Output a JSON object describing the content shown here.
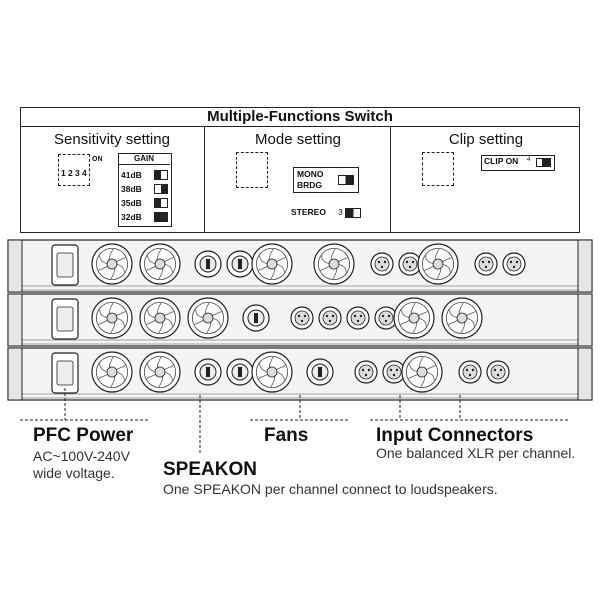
{
  "switch_panel": {
    "title": "Multiple-Functions Switch",
    "sensitivity": {
      "title": "Sensitivity setting",
      "on_label": "ON",
      "gain_header": "GAIN",
      "gain_rows": [
        "41dB",
        "38dB",
        "35dB",
        "32dB"
      ],
      "dip_numbers": [
        "1",
        "2",
        "3",
        "4"
      ]
    },
    "mode": {
      "title": "Mode setting",
      "mono_label": "MONO",
      "brdg_label": "BRDG",
      "stereo_label": "STEREO",
      "switch_number": "3"
    },
    "clip": {
      "title": "Clip setting",
      "clip_label": "CLIP ON",
      "switch_number": "4"
    }
  },
  "callouts": {
    "pfc_power": {
      "title": "PFC Power",
      "desc_line1": "AC~100V-240V",
      "desc_line2": "wide voltage."
    },
    "speakon": {
      "title": "SPEAKON",
      "desc": "One SPEAKON per channel connect to loudspeakers."
    },
    "fans": {
      "title": "Fans"
    },
    "input_connectors": {
      "title": "Input Connectors",
      "desc": "One balanced XLR per channel."
    }
  },
  "colors": {
    "line": "#222222",
    "panel_fill": "#f4f4f4",
    "accent": "#000000"
  },
  "icons": [
    "dip-switch-icon",
    "fan-icon",
    "speakon-icon",
    "xlr-icon",
    "power-socket-icon"
  ]
}
